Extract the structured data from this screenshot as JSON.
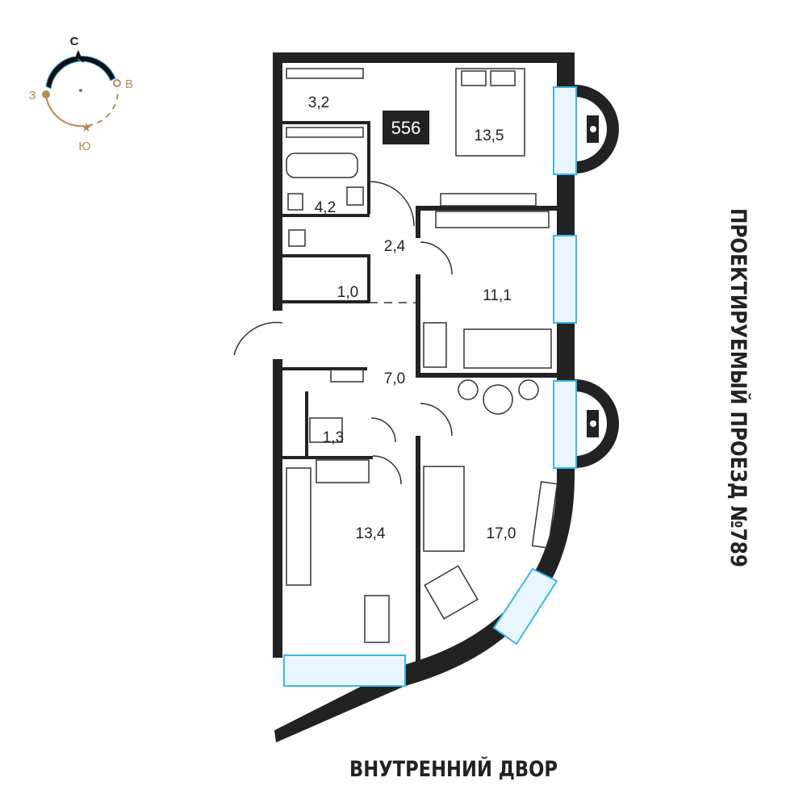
{
  "compass": {
    "north": "С",
    "south": "Ю",
    "west": "З",
    "east": "В",
    "accent": "#b88a55",
    "blue": "#3bb5f0"
  },
  "apartment_number": "556",
  "rooms": [
    {
      "id": "storage",
      "area": "3,2"
    },
    {
      "id": "bedroom",
      "area": "13,5"
    },
    {
      "id": "bathroom",
      "area": "4,2"
    },
    {
      "id": "hall-small",
      "area": "2,4"
    },
    {
      "id": "laundry",
      "area": "1,0"
    },
    {
      "id": "bedroom-2",
      "area": "11,1"
    },
    {
      "id": "hallway",
      "area": "7,0"
    },
    {
      "id": "wc",
      "area": "1,3"
    },
    {
      "id": "kitchen",
      "area": "13,4"
    },
    {
      "id": "living-room",
      "area": "17,0"
    }
  ],
  "labels": {
    "street": "ПРОЕКТИРУЕМЫЙ ПРОЕЗД №789",
    "courtyard": "ВНУТРЕННИЙ ДВОР"
  }
}
